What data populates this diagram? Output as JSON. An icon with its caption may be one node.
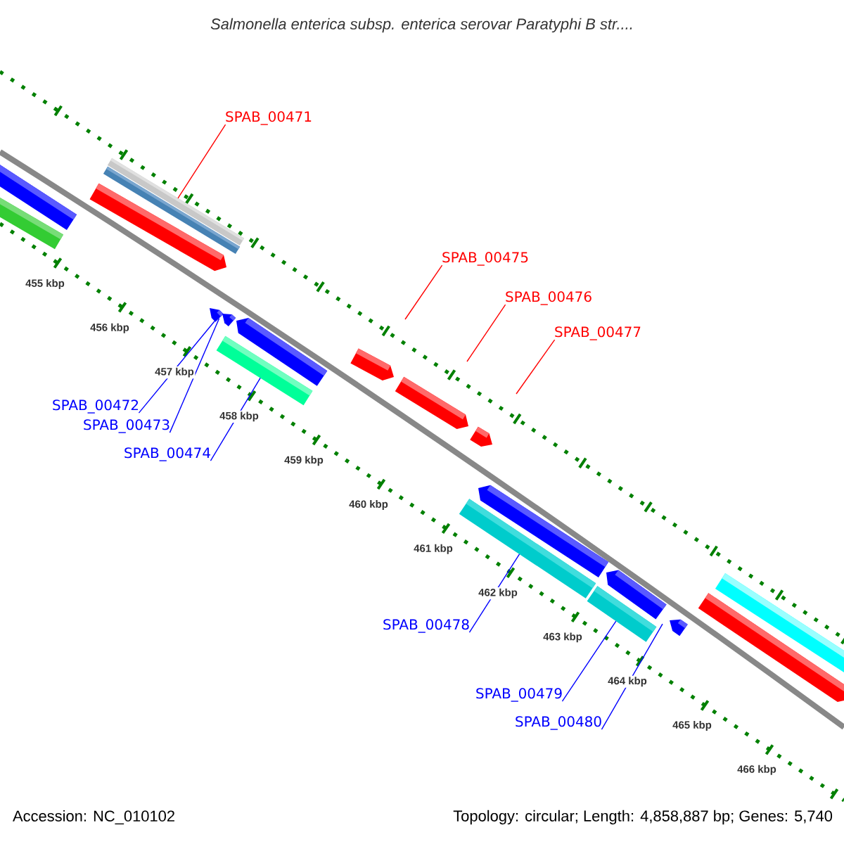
{
  "diagram": {
    "title": "Salmonella enterica subsp. enterica serovar Paratyphi B str....",
    "nodes": [
      {
        "text": [
          "SPAB_00471"
        ]
      },
      {
        "text": [
          "SPAB_00475"
        ]
      },
      {
        "text": [
          "SPAB_00476"
        ]
      },
      {
        "text": [
          "SPAB_00477"
        ]
      },
      {
        "text": [
          "SPAB_00472"
        ]
      },
      {
        "text": [
          "SPAB_00473"
        ]
      },
      {
        "text": [
          "SPAB_00474"
        ]
      },
      {
        "text": [
          "SPAB_00478"
        ]
      },
      {
        "text": [
          "SPAB_00479"
        ]
      },
      {
        "text": [
          "SPAB_00480"
        ]
      },
      {
        "text": [],
        "shape": "bar"
      },
      {
        "text": [],
        "shape": "bar"
      },
      {
        "text": [],
        "shape": "bar"
      },
      {
        "text": [],
        "shape": "bar"
      },
      {
        "text": [],
        "shape": "bar"
      },
      {
        "text": [],
        "shape": "bar"
      },
      {
        "text": [],
        "shape": "bar"
      }
    ],
    "edges": [
      {
        "from": 0,
        "to": 16,
        "arrow": "none",
        "color": "#ff0000"
      },
      {
        "from": 1,
        "to": null,
        "arrow": "none",
        "color": "#ff0000"
      },
      {
        "from": 2,
        "to": null,
        "arrow": "none",
        "color": "#ff0000"
      },
      {
        "from": 3,
        "to": null,
        "arrow": "none",
        "color": "#ff0000"
      },
      {
        "from": 4,
        "to": 10,
        "arrow": "none"
      },
      {
        "from": 5,
        "to": 11,
        "arrow": "none"
      },
      {
        "from": 6,
        "to": 12,
        "arrow": "none"
      },
      {
        "from": 7,
        "to": 13,
        "arrow": "none"
      },
      {
        "from": 8,
        "to": 14,
        "arrow": "none"
      },
      {
        "from": 9,
        "to": 15,
        "arrow": "none"
      }
    ],
    "labels": [
      "455 kbp",
      "456 kbp",
      "457 kbp",
      "458 kbp",
      "459 kbp",
      "460 kbp",
      "461 kbp",
      "462 kbp",
      "463 kbp",
      "464 kbp",
      "465 kbp",
      "466 kbp",
      "Accession: NC_010102",
      "Topology: circular; Length: 4,858,887 bp; Genes: 5,740"
    ]
  }
}
